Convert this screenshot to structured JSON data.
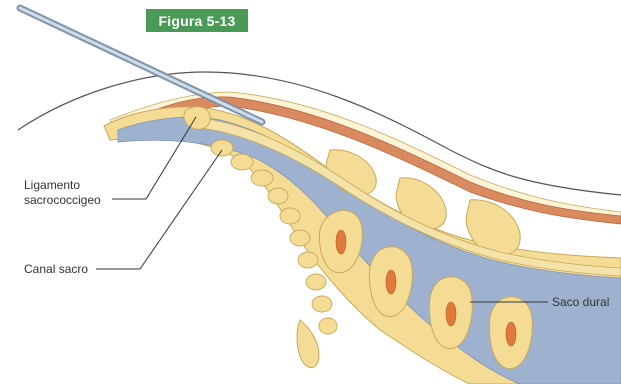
{
  "figure": {
    "badge": "Figura 5-13"
  },
  "labels": {
    "ligamento_line1": "Ligamento",
    "ligamento_line2": "sacrococcigeo",
    "canal_sacro": "Canal sacro",
    "saco_dural": "Saco dural"
  },
  "colors": {
    "badge_bg": "#4a9a56",
    "bone_yellow": "#f5dc95",
    "bone_outline": "#c9a85a",
    "spine_blue": "#9eb2cf",
    "dura_orange": "#d98a5e",
    "nerve_yellow": "#f3e3a8",
    "needle": "#a9b9cc"
  }
}
